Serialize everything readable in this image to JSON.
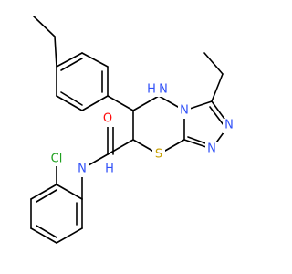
{
  "molecule": {
    "atom_labels": {
      "cl": "Cl",
      "o": "O",
      "n_amide": "N",
      "h_amide": "H",
      "n_ring": "N",
      "h_ring": "H",
      "n_fused": "N",
      "n_triazole_top": "N",
      "n_triazole_bottom": "N",
      "s": "S"
    },
    "colors": {
      "bond": "#000000",
      "chlorine": "#1FA01F",
      "oxygen": "#FF0D0D",
      "nitrogen": "#3050F8",
      "sulfur": "#C8A000",
      "background": "#ffffff"
    }
  }
}
